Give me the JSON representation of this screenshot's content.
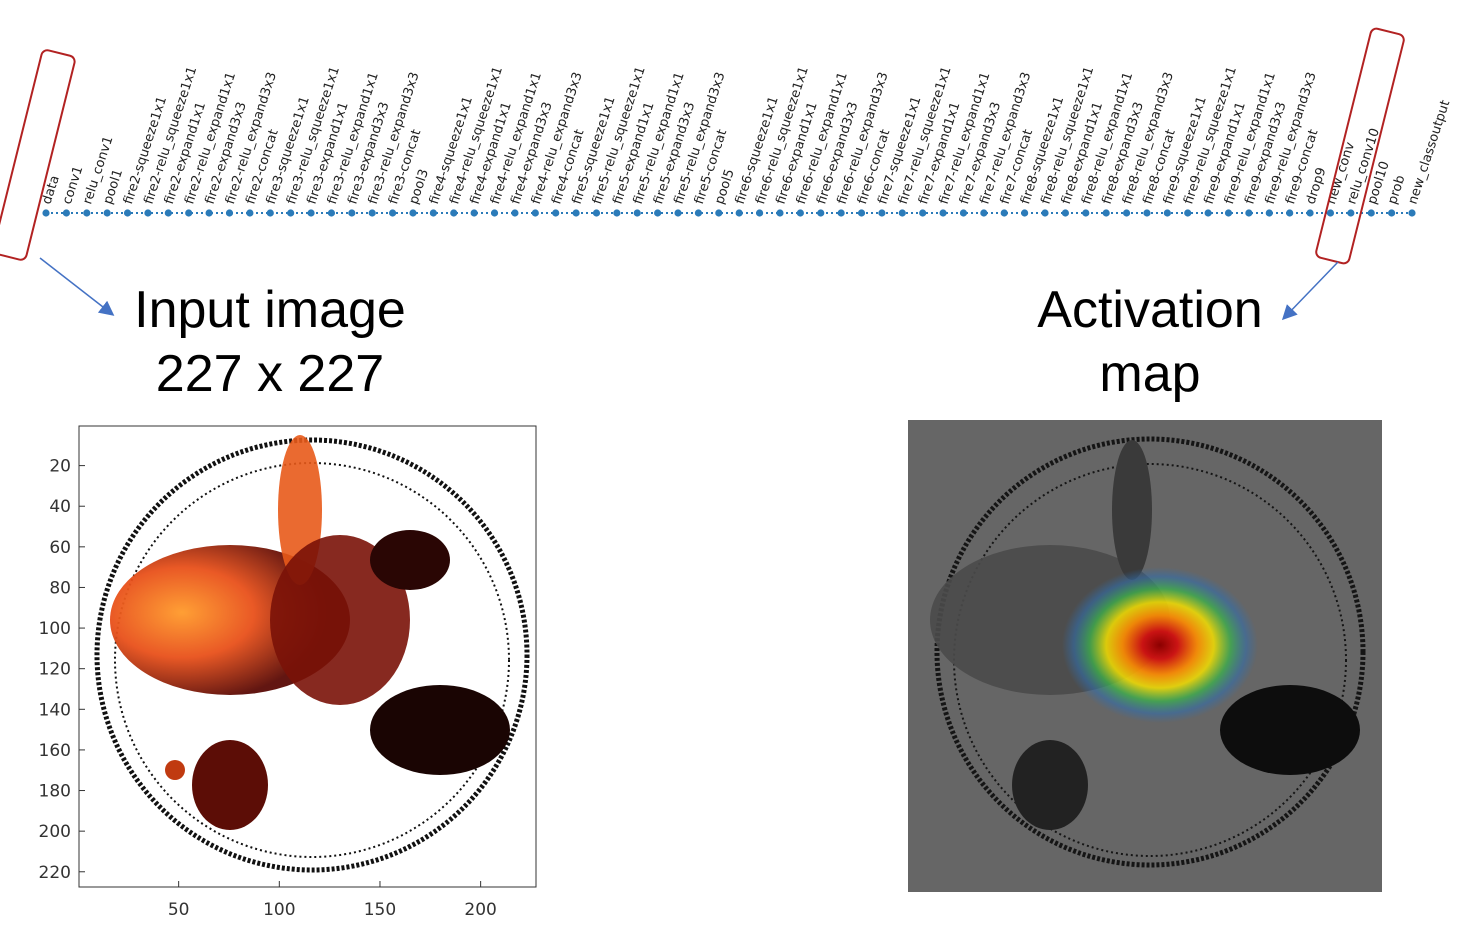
{
  "layers": [
    "data",
    "conv1",
    "relu_conv1",
    "pool1",
    "fire2-squeeze1x1",
    "fire2-relu_squeeze1x1",
    "fire2-expand1x1",
    "fire2-relu_expand1x1",
    "fire2-expand3x3",
    "fire2-relu_expand3x3",
    "fire2-concat",
    "fire3-squeeze1x1",
    "fire3-relu_squeeze1x1",
    "fire3-expand1x1",
    "fire3-relu_expand1x1",
    "fire3-expand3x3",
    "fire3-relu_expand3x3",
    "fire3-concat",
    "pool3",
    "fire4-squeeze1x1",
    "fire4-relu_squeeze1x1",
    "fire4-expand1x1",
    "fire4-relu_expand1x1",
    "fire4-expand3x3",
    "fire4-relu_expand3x3",
    "fire4-concat",
    "fire5-squeeze1x1",
    "fire5-relu_squeeze1x1",
    "fire5-expand1x1",
    "fire5-relu_expand1x1",
    "fire5-expand3x3",
    "fire5-relu_expand3x3",
    "fire5-concat",
    "pool5",
    "fire6-squeeze1x1",
    "fire6-relu_squeeze1x1",
    "fire6-expand1x1",
    "fire6-relu_expand1x1",
    "fire6-expand3x3",
    "fire6-relu_expand3x3",
    "fire6-concat",
    "fire7-squeeze1x1",
    "fire7-relu_squeeze1x1",
    "fire7-expand1x1",
    "fire7-relu_expand1x1",
    "fire7-expand3x3",
    "fire7-relu_expand3x3",
    "fire7-concat",
    "fire8-squeeze1x1",
    "fire8-relu_squeeze1x1",
    "fire8-expand1x1",
    "fire8-relu_expand1x1",
    "fire8-expand3x3",
    "fire8-relu_expand3x3",
    "fire8-concat",
    "fire9-squeeze1x1",
    "fire9-relu_squeeze1x1",
    "fire9-expand1x1",
    "fire9-relu_expand1x1",
    "fire9-expand3x3",
    "fire9-relu_expand3x3",
    "fire9-concat",
    "drop9",
    "new_conv",
    "relu_conv10",
    "pool10",
    "prob",
    "new_classoutput"
  ],
  "input_label": {
    "line1": "Input image",
    "line2": "227 x 227"
  },
  "activation_label": {
    "line1": "Activation",
    "line2": "map"
  },
  "input_plot": {
    "y_ticks": [
      "20",
      "40",
      "60",
      "80",
      "100",
      "120",
      "140",
      "160",
      "180",
      "200",
      "220"
    ],
    "x_ticks": [
      "50",
      "100",
      "150",
      "200"
    ]
  },
  "colors": {
    "node": "#2b7bb9",
    "highlight_box": "#b22222",
    "arrow": "#4472c4",
    "activation_background": "#666666"
  }
}
